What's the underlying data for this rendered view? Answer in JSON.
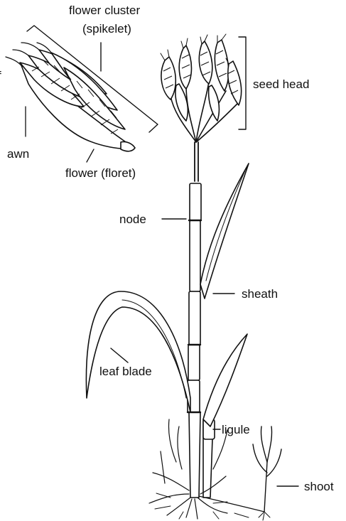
{
  "labels": {
    "flower_cluster_line1": "flower cluster",
    "flower_cluster_line2": "(spikelet)",
    "seed_head": "seed head",
    "awn": "awn",
    "flower_floret": "flower (floret)",
    "node": "node",
    "sheath": "sheath",
    "leaf_blade": "leaf blade",
    "ligule": "ligule",
    "shoot": "shoot",
    "cut_letter": "f"
  }
}
